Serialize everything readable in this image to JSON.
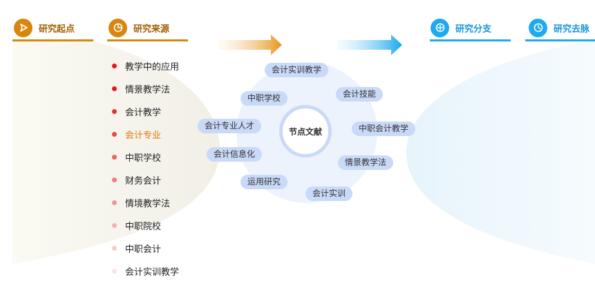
{
  "headers": {
    "start": "研究起点",
    "source": "研究来源",
    "branch": "研究分支",
    "direction": "研究去脉"
  },
  "source_list": [
    "教学中的应用",
    "情景教学法",
    "会计教学",
    "会计专业",
    "中职学校",
    "财务会计",
    "情境教学法",
    "中职院校",
    "中职会计",
    "会计实训教学"
  ],
  "highlighted_index": 3,
  "dot_colors": [
    "#e8161b",
    "#e8161b",
    "#ec2e2e",
    "#ee4747",
    "#f05f5f",
    "#f27a7a",
    "#f59494",
    "#f7afaf",
    "#f9c9c9",
    "#fbe2e2"
  ],
  "center_label": "节点文献",
  "tags": [
    "会计实训教学",
    "会计技能",
    "中职会计教学",
    "情景教学法",
    "会计实训",
    "运用研究",
    "会计信息化",
    "会计专业人才",
    "中职学校"
  ],
  "colors": {
    "orange": "#d9860f",
    "blue": "#1fa9ee",
    "tag_bg": "#c9d9f8",
    "highlight": "#e07a10"
  }
}
